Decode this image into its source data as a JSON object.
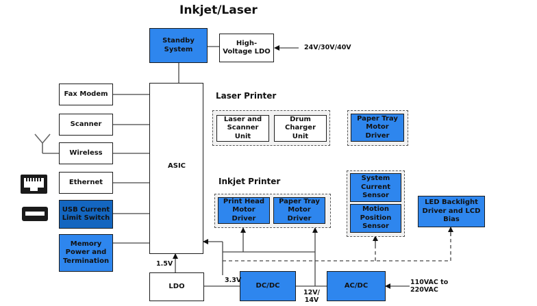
{
  "title": "Inkjet/Laser",
  "sections": {
    "laser": "Laser Printer",
    "inkjet": "Inkjet Printer"
  },
  "blocks": {
    "standby": "Standby System",
    "hvldo": "High-Voltage LDO",
    "asic": "ASIC",
    "fax": "Fax Modem",
    "scanner": "Scanner",
    "wireless": "Wireless",
    "ethernet": "Ethernet",
    "usb": "USB Current Limit Switch",
    "memory": "Memory Power and Termination",
    "laser_scanner": "Laser and Scanner Unit",
    "drum": "Drum Charger Unit",
    "paper_tray_laser": "Paper Tray Motor Driver",
    "print_head": "Print Head Motor Driver",
    "paper_tray_inkjet": "Paper Tray Motor Driver",
    "sys_current": "System Current Sensor",
    "motion": "Motion Position Sensor",
    "led": "LED Backlight Driver and LCD Bias",
    "ldo": "LDO",
    "dcdc": "DC/DC",
    "acdc": "AC/DC"
  },
  "labels": {
    "v24": "24V/30V/40V",
    "v15": "1.5V",
    "v33": "3.3V",
    "v1214": "12V/ 14V",
    "vac": "110VAC to 220VAC"
  },
  "colors": {
    "blue_block": "#2e86ee",
    "dark_blue_block": "#1466c0",
    "group_fill": "#f2f2f2"
  }
}
